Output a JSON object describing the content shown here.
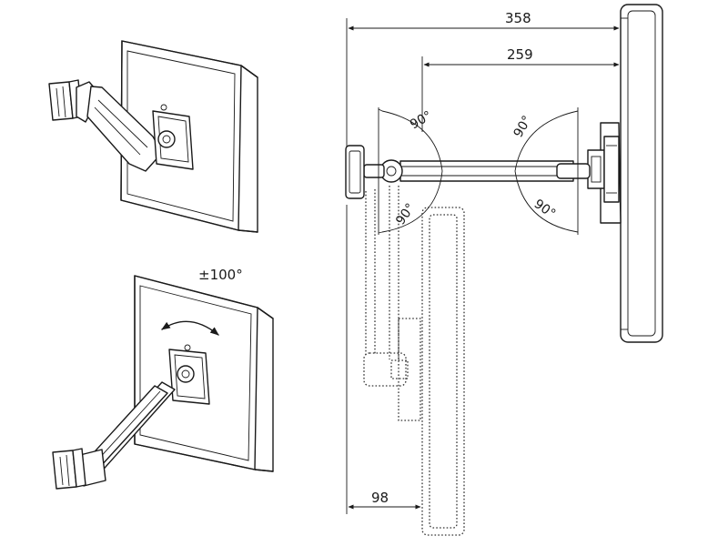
{
  "labels": {
    "dim_total": "358",
    "dim_arm": "259",
    "dim_offset": "98",
    "angle_top_left": "90°",
    "angle_bottom_left": "90°",
    "angle_top_right": "90°",
    "angle_bottom_right": "90°",
    "rotation": "±100°"
  },
  "colors": {
    "line": "#1a1a1a",
    "background": "#ffffff",
    "panel_shade": "#e6e6e6"
  }
}
